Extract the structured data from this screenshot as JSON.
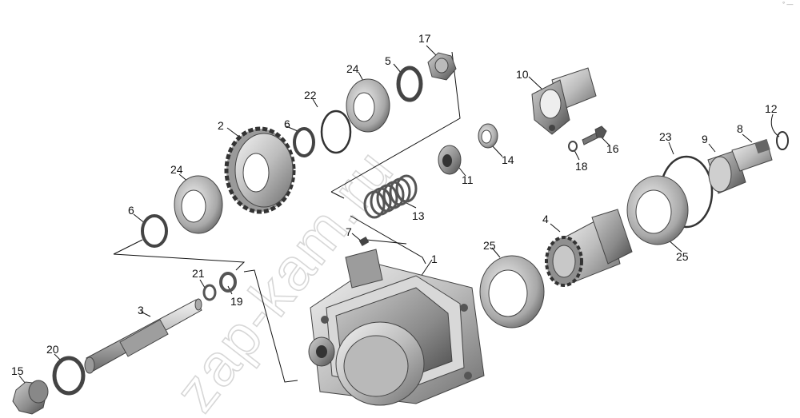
{
  "watermark": "zap-kam.ru",
  "corner_mark": "° —",
  "parts": {
    "p1": "1",
    "p2": "2",
    "p3": "3",
    "p4": "4",
    "p5": "5",
    "p6a": "6",
    "p6b": "6",
    "p7": "7",
    "p8": "8",
    "p9": "9",
    "p10": "10",
    "p11": "11",
    "p12": "12",
    "p13": "13",
    "p14": "14",
    "p15": "15",
    "p16": "16",
    "p17": "17",
    "p18": "18",
    "p19": "19",
    "p20": "20",
    "p21": "21",
    "p22": "22",
    "p23": "23",
    "p24a": "24",
    "p24b": "24",
    "p25a": "25",
    "p25b": "25"
  }
}
